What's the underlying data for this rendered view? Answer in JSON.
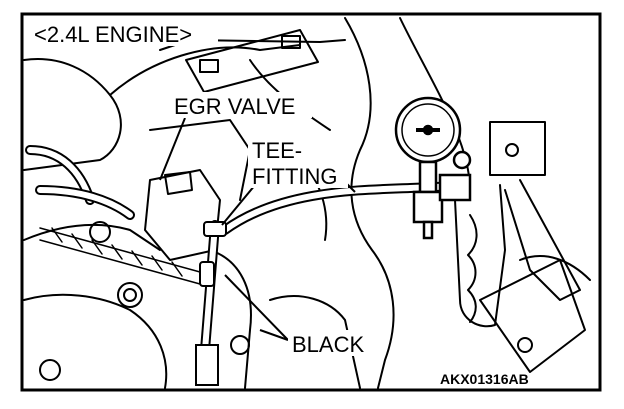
{
  "engine_label": "<2.4L ENGINE>",
  "callouts": {
    "egr_valve": "EGR VALVE",
    "tee_fitting_line1": "TEE-",
    "tee_fitting_line2": "FITTING",
    "black_hose": "BLACK"
  },
  "figure_code": "AKX01316AB"
}
